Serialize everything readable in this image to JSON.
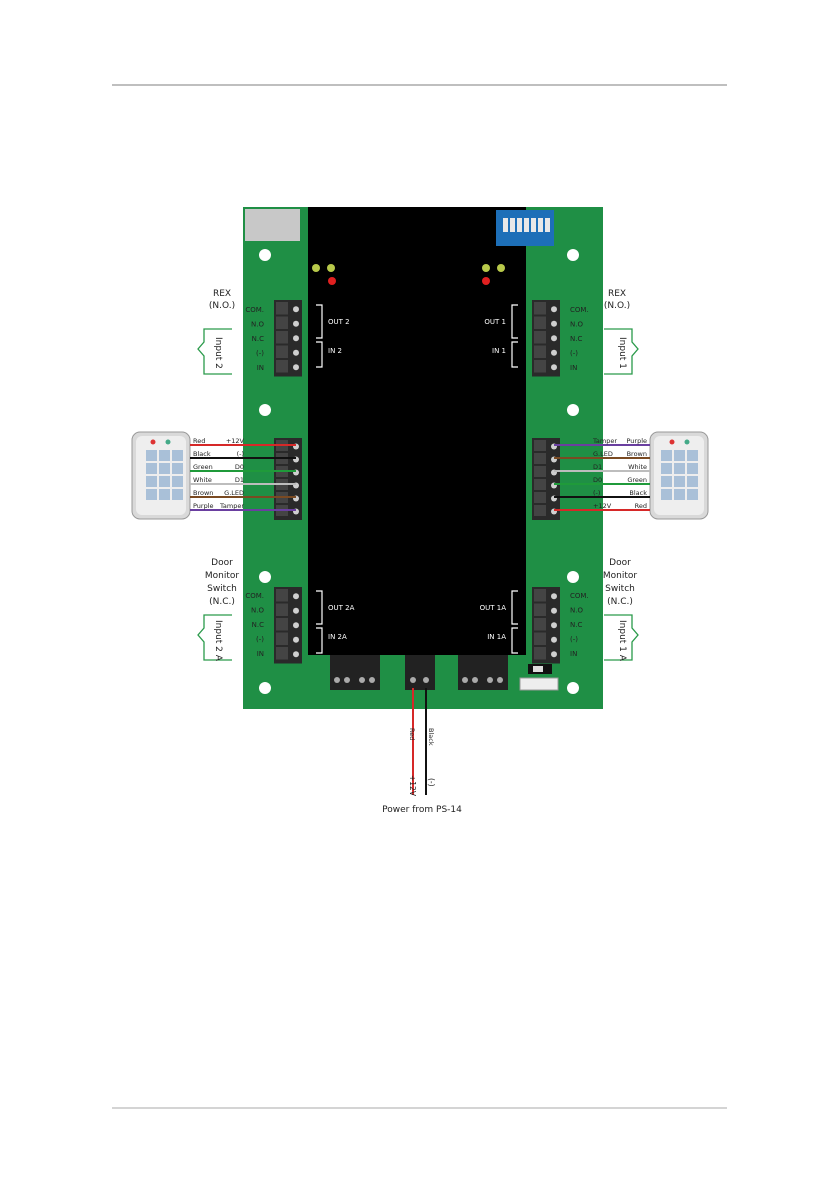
{
  "left": {
    "rex": {
      "line1": "REX",
      "line2": "(N.O.)"
    },
    "input_top": "Input 2",
    "door": {
      "line1": "Door",
      "line2": "Monitor",
      "line3": "Switch",
      "line4": "(N.C.)"
    },
    "input_bottom": "Input 2 A",
    "pins_top": [
      "COM.",
      "N.O",
      "N.C",
      "(-)",
      "IN"
    ],
    "pins_bottom": [
      "COM.",
      "N.O",
      "N.C",
      "(-)",
      "IN"
    ],
    "out_top": "OUT 2",
    "in_top": "IN 2",
    "out_bottom": "OUT 2A",
    "in_bottom": "IN 2A",
    "reader_wires": [
      {
        "color_name": "Red",
        "signal": "+12V",
        "hex": "#d62828"
      },
      {
        "color_name": "Black",
        "signal": "(-)",
        "hex": "#111111"
      },
      {
        "color_name": "Green",
        "signal": "D0",
        "hex": "#1f9a3a"
      },
      {
        "color_name": "White",
        "signal": "D1",
        "hex": "#bdbdbd"
      },
      {
        "color_name": "Brown",
        "signal": "G.LED",
        "hex": "#7a4a22"
      },
      {
        "color_name": "Purple",
        "signal": "Tamper",
        "hex": "#6a3fa0"
      }
    ]
  },
  "right": {
    "rex": {
      "line1": "REX",
      "line2": "(N.O.)"
    },
    "input_top": "Input 1",
    "door": {
      "line1": "Door",
      "line2": "Monitor",
      "line3": "Switch",
      "line4": "(N.C.)"
    },
    "input_bottom": "Input 1 A",
    "pins_top": [
      "COM.",
      "N.O",
      "N.C",
      "(-)",
      "IN"
    ],
    "pins_bottom": [
      "COM.",
      "N.O",
      "N.C",
      "(-)",
      "IN"
    ],
    "out_top": "OUT 1",
    "in_top": "IN 1",
    "out_bottom": "OUT 1A",
    "in_bottom": "IN 1A",
    "reader_wires": [
      {
        "signal": "Tamper",
        "color_name": "Purple",
        "hex": "#6a3fa0"
      },
      {
        "signal": "G.LED",
        "color_name": "Brown",
        "hex": "#7a4a22"
      },
      {
        "signal": "D1",
        "color_name": "White",
        "hex": "#bdbdbd"
      },
      {
        "signal": "D0",
        "color_name": "Green",
        "hex": "#1f9a3a"
      },
      {
        "signal": "(-)",
        "color_name": "Black",
        "hex": "#111111"
      },
      {
        "signal": "+12V",
        "color_name": "Red",
        "hex": "#d62828"
      }
    ]
  },
  "power": {
    "wire_red": "Red",
    "wire_black": "Black",
    "label_pos": "+12V",
    "label_neg": "(-)",
    "caption": "Power from PS-14"
  },
  "colors": {
    "board": "#1f8f45",
    "module": "#000000",
    "input_bracket": "#2a9a4a",
    "dip": "#1d6fb8"
  }
}
